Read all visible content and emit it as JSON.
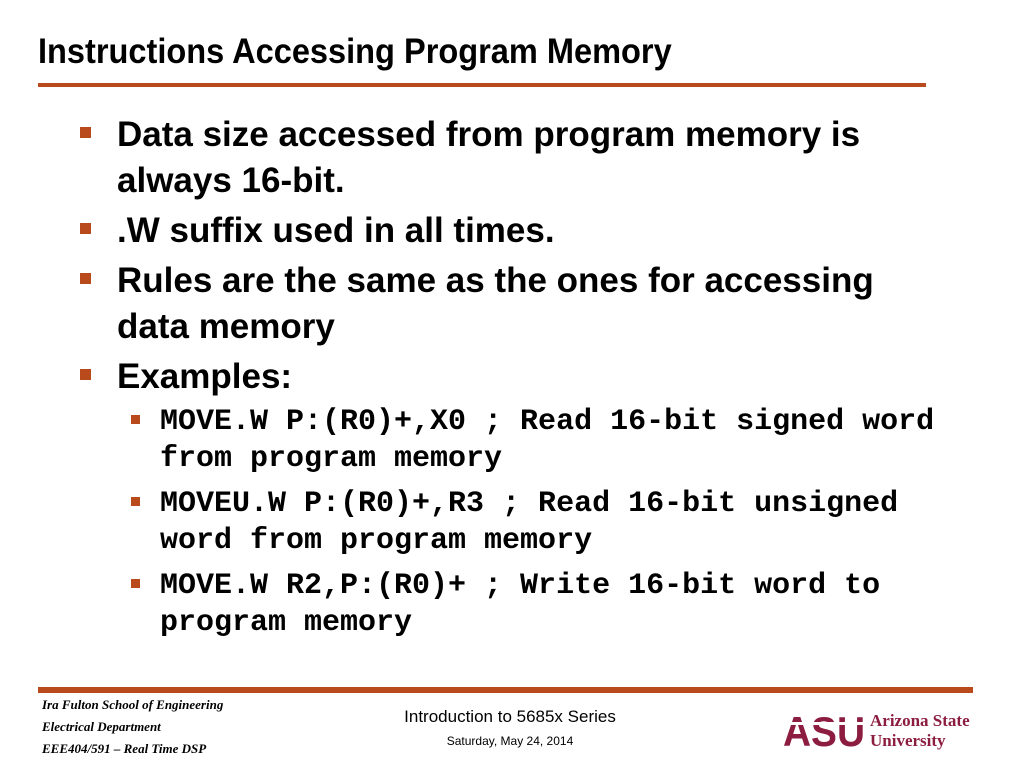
{
  "slide": {
    "title": "Instructions Accessing Program Memory",
    "bullets": [
      "Data size accessed from program memory is always 16-bit.",
      ".W suffix used in all times.",
      "Rules are the same as the ones for accessing data memory",
      "Examples:"
    ],
    "examples": [
      "MOVE.W P:(R0)+,X0 ; Read 16-bit signed word from program memory",
      "MOVEU.W P:(R0)+,R3 ; Read 16-bit unsigned word from program memory",
      "MOVE.W R2,P:(R0)+ ; Write 16-bit word to program memory"
    ]
  },
  "footer": {
    "school": "Ira Fulton School of Engineering",
    "department": "Electrical Department",
    "course": "EEE404/591 – Real Time DSP",
    "title": "Introduction to 5685x Series",
    "date": "Saturday, May 24, 2014"
  },
  "logo": {
    "mark": "ASU",
    "line1": "Arizona State",
    "line2": "University"
  },
  "colors": {
    "accent": "#b84a1b",
    "logo_maroon": "#8c1d40"
  }
}
